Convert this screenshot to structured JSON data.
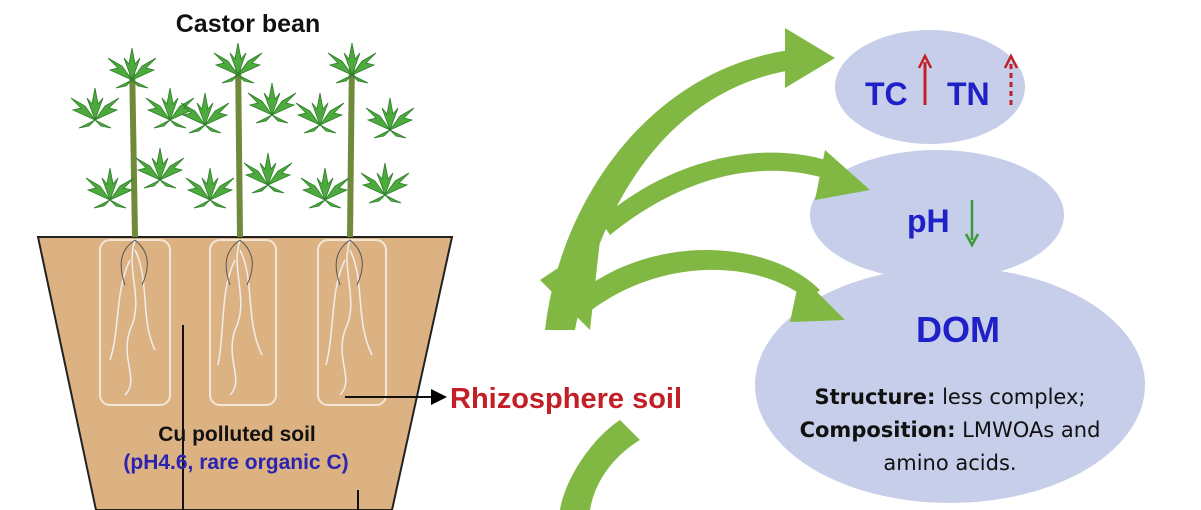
{
  "title": "Castor bean",
  "pot": {
    "line1": "Cu  polluted  soil",
    "line2": "(pH4.6, rare organic C)"
  },
  "rhizosphere_label": "Rhizosphere soil",
  "effects": {
    "tc": "TC",
    "tn": "TN",
    "ph": "pH",
    "dom": "DOM",
    "structure_label": "Structure:",
    "structure_value": " less complex;",
    "composition_label": "Composition:",
    "composition_value": " LMWOAs and",
    "composition_cont": "amino acids."
  },
  "colors": {
    "soil": "#ddb283",
    "ellipse": "#c6cee9",
    "arrow_green": "#80b843",
    "blue_text": "#1f20c8",
    "red_text": "#c22026"
  }
}
